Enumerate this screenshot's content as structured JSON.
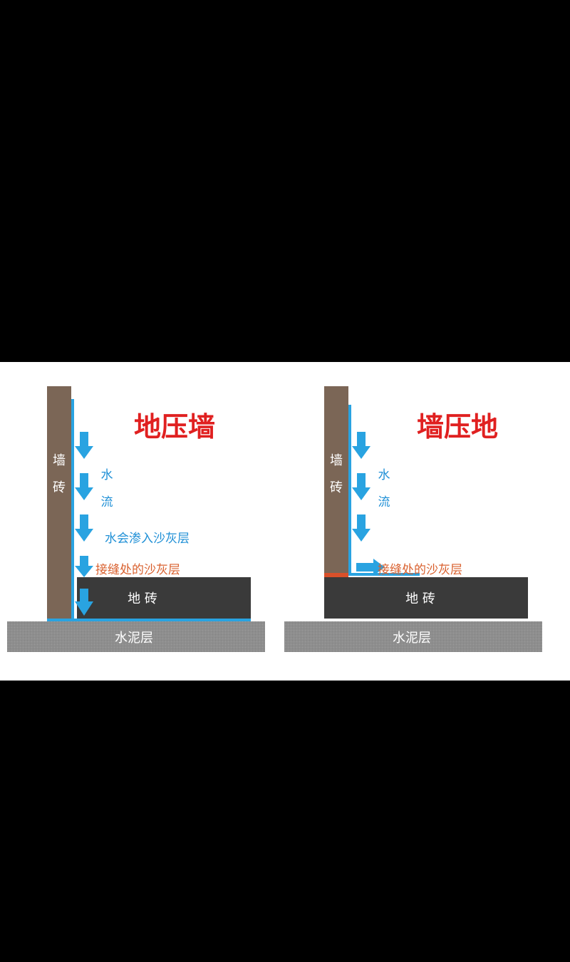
{
  "colors": {
    "background": "#000000",
    "panel": "#ffffff",
    "wall_tile": "#7b6656",
    "floor_tile": "#3a3a3a",
    "cement": "#8e8e8e",
    "water": "#29a3e1",
    "title_red": "#e02020",
    "label_blue": "#1e8fd6",
    "label_orange": "#d9602e",
    "gap_red": "#d9502a"
  },
  "left": {
    "title": "地压墙",
    "wall_label_1": "墙",
    "wall_label_2": "砖",
    "flow_label_1": "水",
    "flow_label_2": "流",
    "seep_label": "水会渗入沙灰层",
    "joint_label": "接缝处的沙灰层",
    "floor_label": "地 砖",
    "cement_label": "水泥层"
  },
  "right": {
    "title": "墙压地",
    "wall_label_1": "墙",
    "wall_label_2": "砖",
    "flow_label_1": "水",
    "flow_label_2": "流",
    "joint_label": "接缝处的沙灰层",
    "floor_label": "地 砖",
    "cement_label": "水泥层"
  }
}
